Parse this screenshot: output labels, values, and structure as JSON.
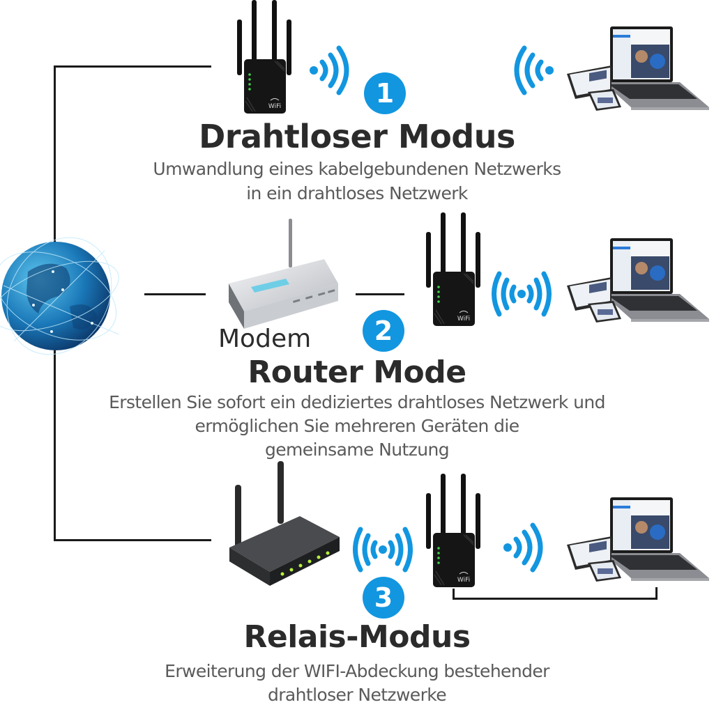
{
  "diagram": {
    "accent_color": "#1296e0",
    "line_color": "#1a1a1a",
    "nodes": {
      "internet": {
        "icon": "globe-icon"
      },
      "modem": {
        "label": "Modem",
        "icon": "modem-icon"
      },
      "router": {
        "icon": "router-icon"
      },
      "extender": {
        "icon": "wifi-extender-icon",
        "logo_text": "WiFi"
      },
      "clients": {
        "icon": "devices-icon"
      }
    },
    "modes": [
      {
        "number": "1",
        "title": "Drahtloser Modus",
        "description_lines": [
          "Umwandlung eines kabelgebundenen Netzwerks",
          "in ein drahtloses Netzwerk"
        ]
      },
      {
        "number": "2",
        "title": "Router Mode",
        "description_lines": [
          "Erstellen Sie sofort ein dediziertes drahtloses Netzwerk und",
          "ermöglichen Sie mehreren Geräten die",
          "gemeinsame Nutzung"
        ]
      },
      {
        "number": "3",
        "title": "Relais-Modus",
        "description_lines": [
          "Erweiterung der WIFI-Abdeckung bestehender",
          "drahtloser Netzwerke"
        ]
      }
    ]
  }
}
